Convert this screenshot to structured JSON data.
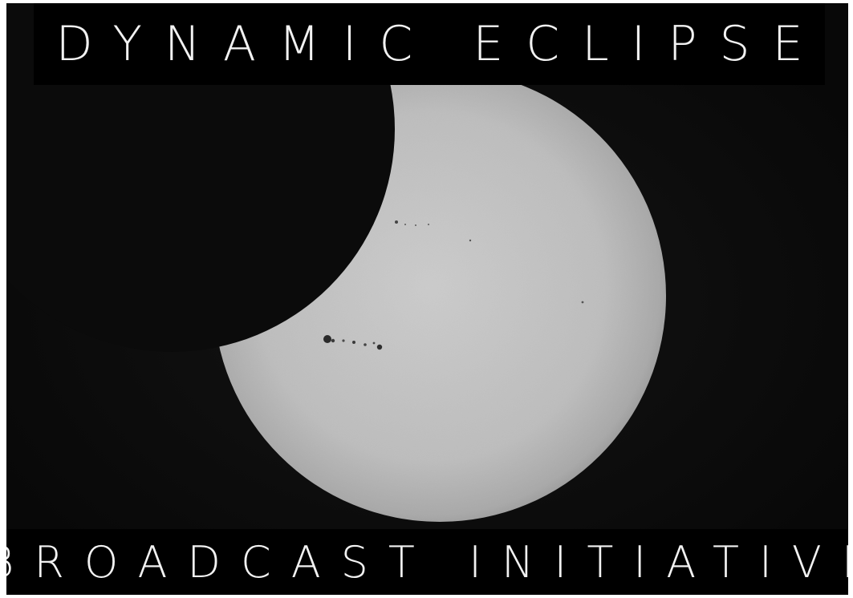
{
  "header": {
    "title": "DYNAMIC ECLIPSE"
  },
  "footer": {
    "subtitle": "BROADCAST INITIATIVE"
  },
  "image": {
    "subject": "partial-solar-eclipse",
    "colors": {
      "background": "#0c0c0c",
      "sun_center": "#c9c9c9",
      "sun_edge": "#9a9a9a",
      "text": "#f2f2f2",
      "banner": "#000000"
    }
  }
}
